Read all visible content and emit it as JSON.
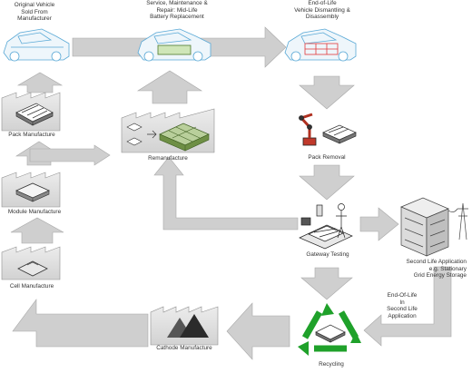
{
  "colors": {
    "arrow_fill": "#cfcfcf",
    "arrow_stroke": "#a8a8a8",
    "car_line": "#5aa9d6",
    "battery_red": "#e23a3a",
    "recycle_green": "#1fa12a",
    "factory_fill": "#d7d7d7",
    "factory_stroke": "#8f8f8f",
    "text": "#333333"
  },
  "labels": {
    "original_vehicle": [
      "Original Vehicle",
      "Sold From",
      "Manufacturer"
    ],
    "service": [
      "Service, Maintenance &",
      "Repair: Mid-Life",
      "Battery Replacement"
    ],
    "end_of_life": [
      "End-of-Life",
      "Vehicle Dismantling &",
      "Disassembly"
    ],
    "pack_manufacture": "Pack Manufacture",
    "remanufacture": "Remanufacture",
    "pack_removal": "Pack Removal",
    "module_manufacture": "Module Manufacture",
    "gateway_testing": "Gateway Testing",
    "second_life": [
      "Second Life Application",
      "e.g. Stationary",
      "Grid Energy Storage"
    ],
    "cell_manufacture": "Cell Manufacture",
    "eol_second_life": [
      "End-Of-Life",
      "In",
      "Second Life",
      "Application"
    ],
    "cathode_manufacture": "Cathode Manufacture",
    "recycling": "Recycling"
  },
  "icons": {
    "car_original": "car-outline-icon",
    "car_service": "car-battery-icon",
    "car_eol": "car-dismantled-icon",
    "pack": "battery-pack-icon",
    "module": "battery-module-icon",
    "cell": "battery-cell-icon",
    "robot": "robot-arm-icon",
    "tester": "technician-testing-icon",
    "storage": "grid-storage-building-icon",
    "pylon": "power-pylon-icon",
    "recycle": "recycle-symbol-icon",
    "cathode": "cathode-material-icon"
  }
}
